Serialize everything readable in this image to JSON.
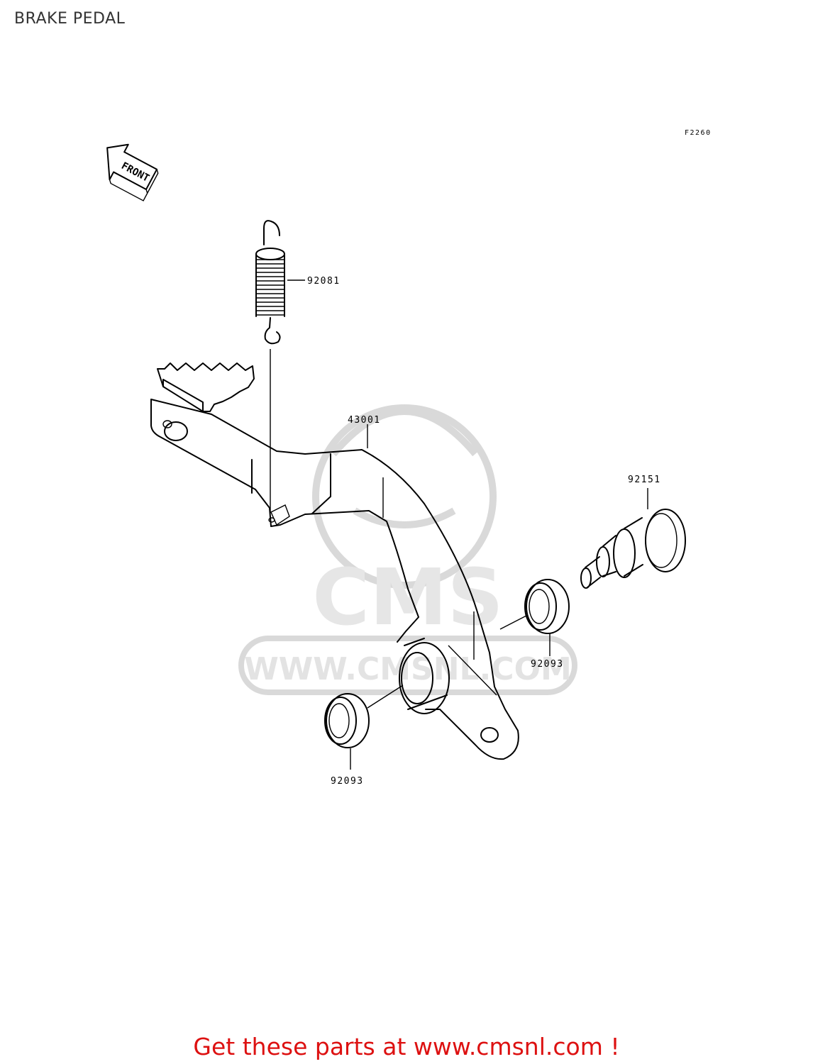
{
  "page": {
    "title": "BRAKE PEDAL",
    "figure_code": "F2260",
    "front_arrow_text": "FRONT"
  },
  "parts": [
    {
      "number": "92081",
      "icon": "spring-icon"
    },
    {
      "number": "43001",
      "icon": "brake-pedal-icon"
    },
    {
      "number": "92151",
      "icon": "pivot-bolt-icon"
    },
    {
      "number": "92093",
      "icon": "oil-seal-icon"
    },
    {
      "number": "92093",
      "icon": "oil-seal-icon"
    }
  ],
  "watermark": {
    "text": "WWW.CMSNL.COM",
    "logo_text": "CMS"
  },
  "footer": {
    "text": "Get these parts at www.cmsnl.com !"
  },
  "colors": {
    "footer_text": "#dd1111",
    "line_art": "#000000",
    "watermark": "#d9d9d9"
  }
}
